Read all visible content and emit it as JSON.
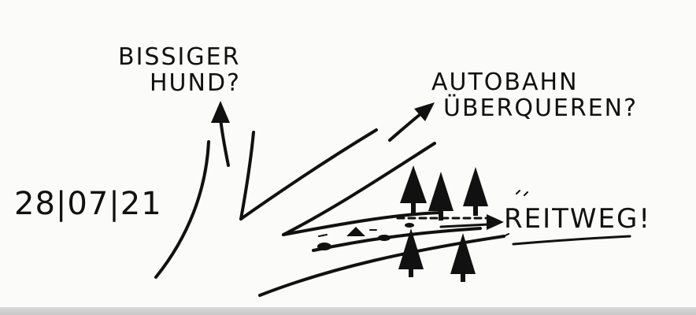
{
  "date": "28|07|21",
  "labels": {
    "dog_line1": "BISSIGER",
    "dog_line2": "HUND?",
    "highway_line1": "AUTOBAHN",
    "highway_line2": "ÜBERQUEREN?",
    "bridle_path": "REITWEG!"
  },
  "colors": {
    "ink": "#111111",
    "paper": "#fbfbf9",
    "edge_shadow": "#c8c8c8"
  },
  "icons": [
    "arrow-up-icon",
    "arrow-right-icon",
    "pine-tree-icon",
    "stone-icon"
  ]
}
